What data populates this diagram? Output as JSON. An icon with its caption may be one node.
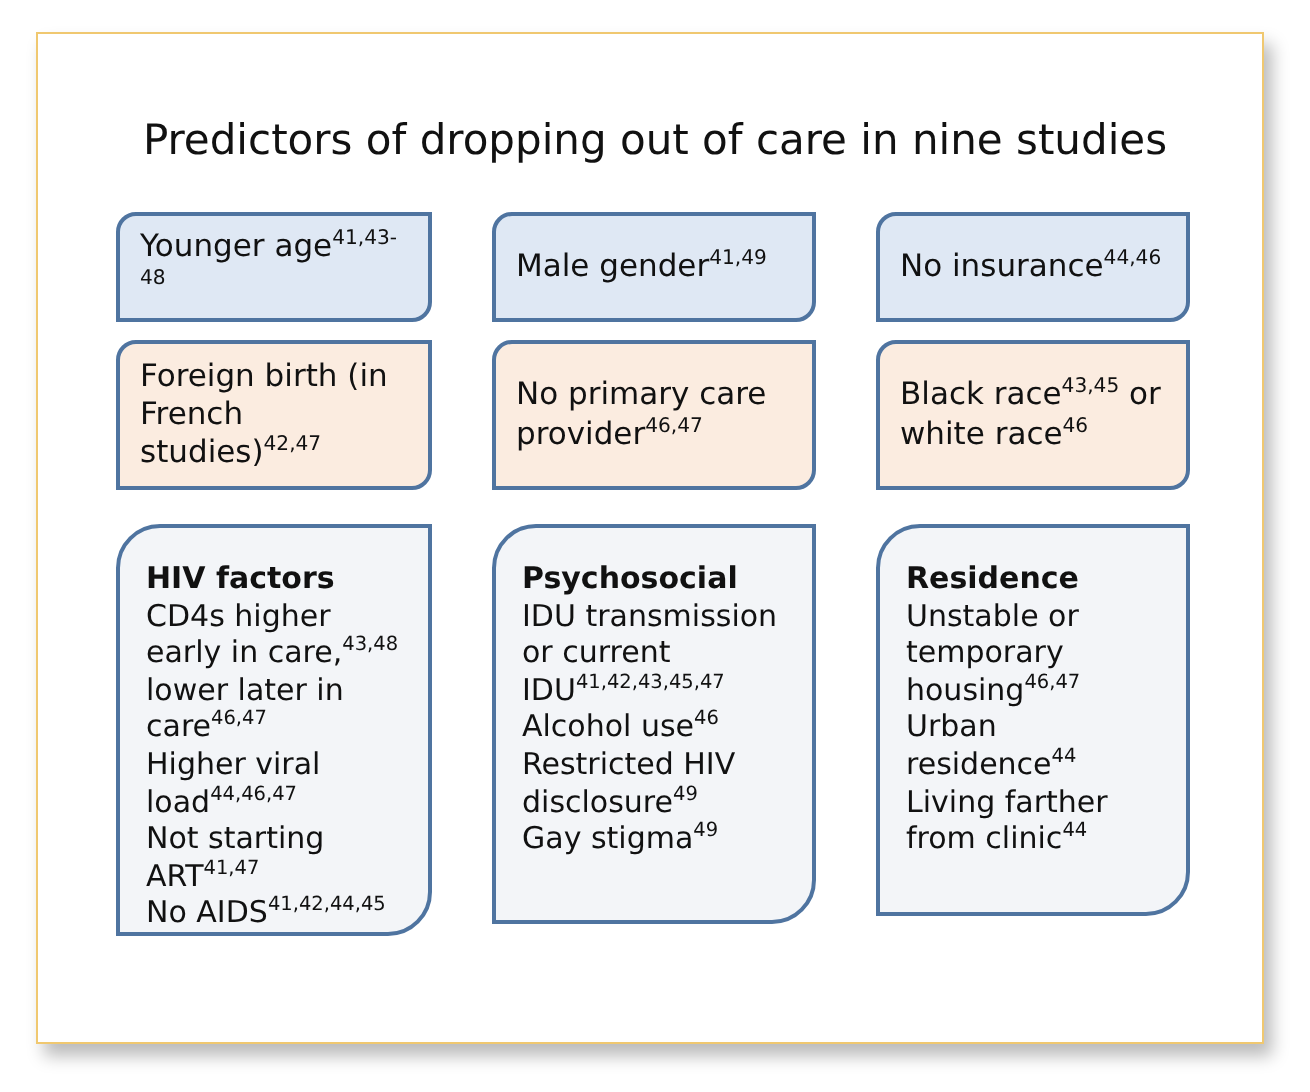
{
  "diagram": {
    "title": "Predictors of dropping out of care in nine studies",
    "nodes": [
      {
        "text": [
          "Younger age$^{41,43-48}$"
        ]
      },
      {
        "text": [
          "Male gender$^{41,49}$"
        ]
      },
      {
        "text": [
          "No insurance$^{44,46}$"
        ]
      },
      {
        "text": [
          "Foreign birth (in French studies)$^{42,47}$"
        ]
      },
      {
        "text": [
          "No primary care provider$^{46,47}$"
        ]
      },
      {
        "text": [
          "Black race$^{43,45}$ or white race$^{46}$"
        ]
      },
      {
        "text": [
          "HIV factors",
          "CD4s higher early in care,$^{43,48}$ lower later in care$^{46,47}$",
          "Higher viral load$^{44,46,47}$",
          "Not starting ART$^{41,47}$",
          "No AIDS$^{41,42,44,45}$"
        ]
      },
      {
        "text": [
          "Psychosocial",
          "IDU transmission or current IDU$^{41,42,43,45,47}$",
          "Alcohol use$^{46}$",
          "Restricted HIV disclosure$^{49}$",
          "Gay stigma$^{49}$"
        ]
      },
      {
        "text": [
          "Residence",
          "Unstable or temporary housing$^{46,47}$",
          "Urban residence$^{44}$",
          "Living farther from clinic$^{44}$"
        ]
      }
    ]
  }
}
